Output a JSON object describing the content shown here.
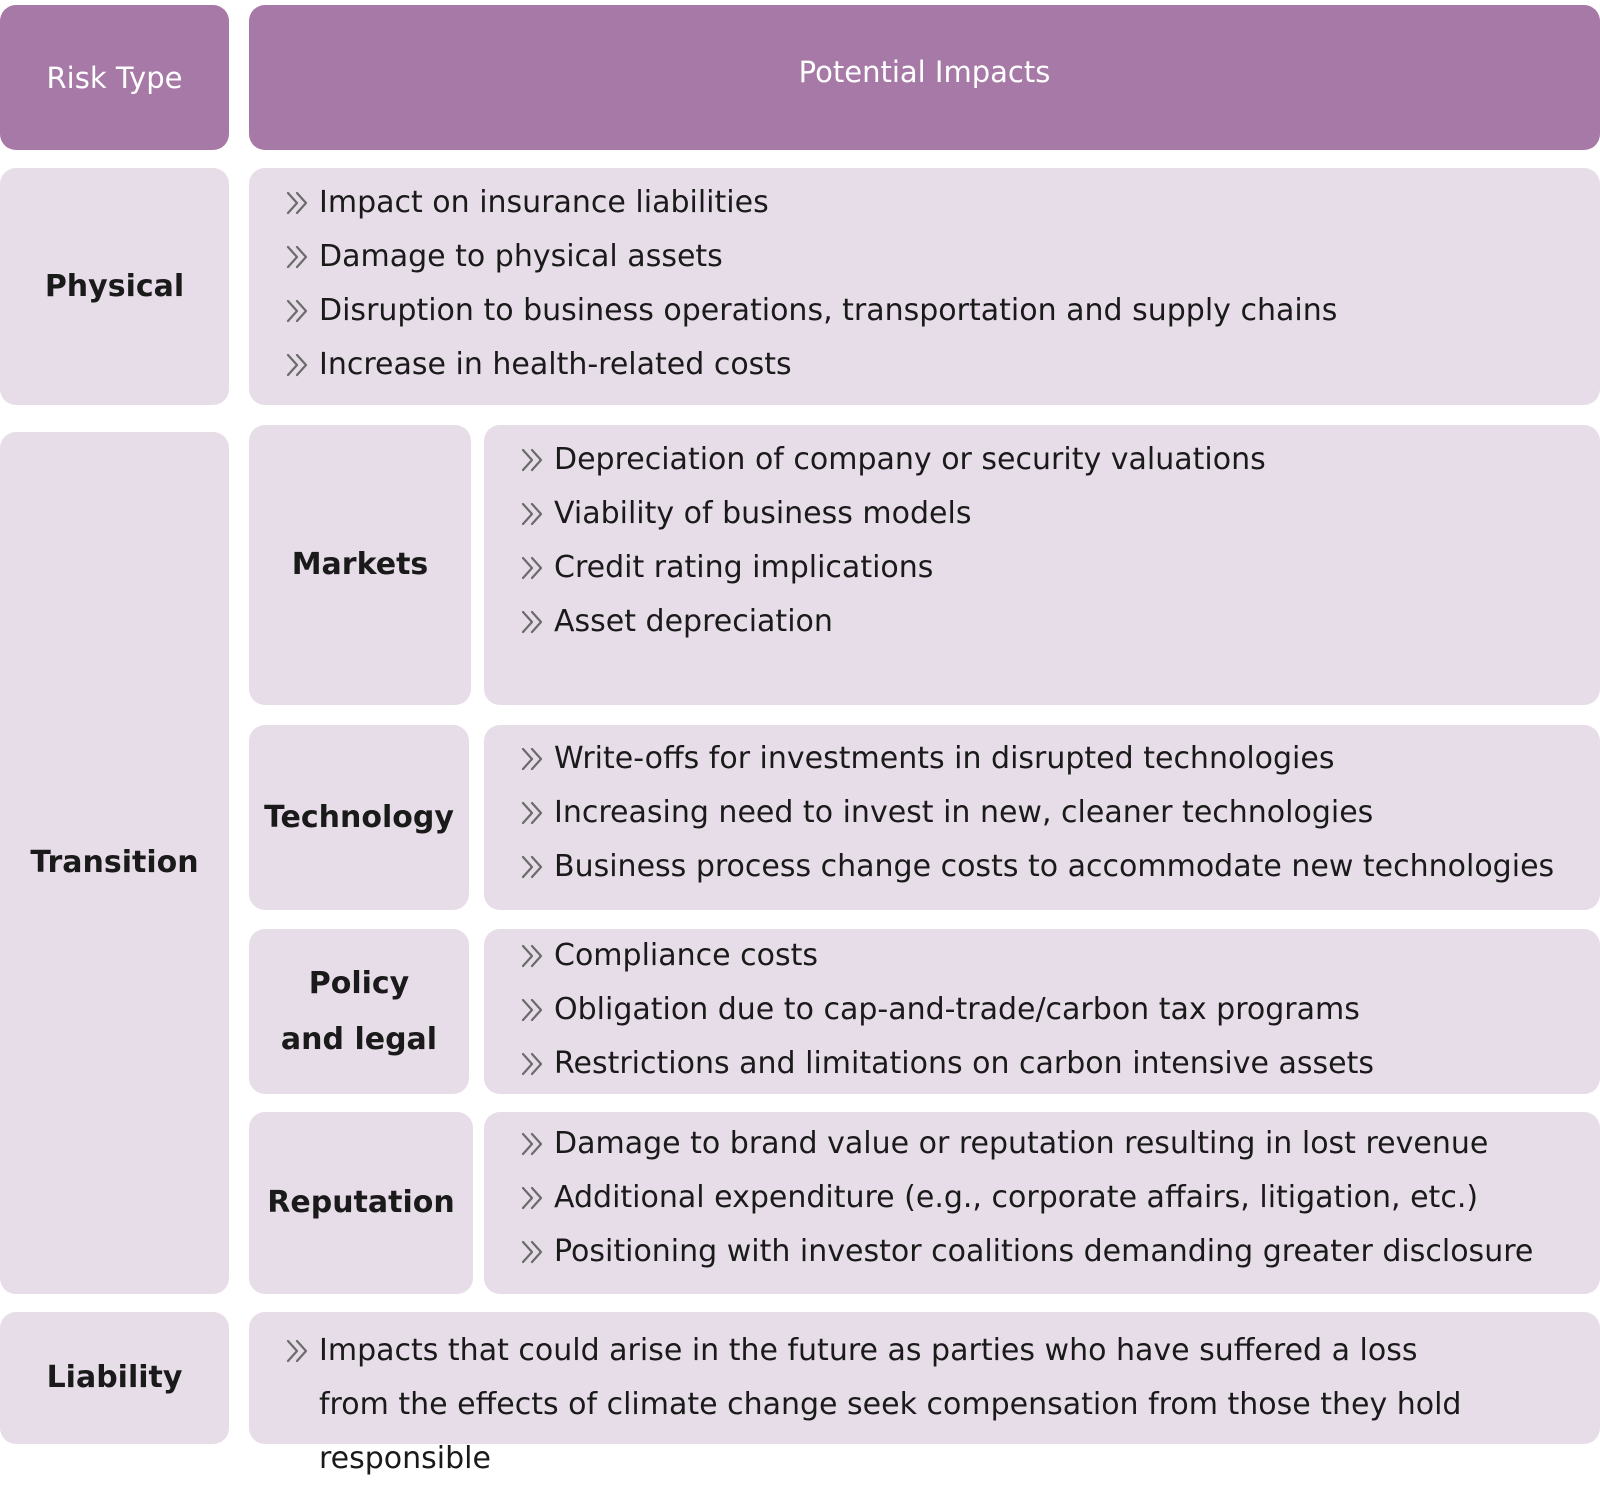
{
  "header": {
    "risk_type": "Risk Type",
    "potential_impacts": "Potential Impacts"
  },
  "bullet_icon": "double-chevron-right-icon",
  "colors": {
    "header_bg": "#a679a7",
    "cell_bg": "#e7dde8",
    "bullet": "#6b6b6b"
  },
  "physical": {
    "label": "Physical",
    "items": [
      "Impact on insurance liabilities",
      "Damage to physical assets",
      "Disruption to business operations, transportation and supply chains",
      "Increase in health-related costs"
    ]
  },
  "transition": {
    "label": "Transition",
    "markets": {
      "label": "Markets",
      "items": [
        "Depreciation of company or security valuations",
        "Viability of business models",
        "Credit rating implications",
        "Asset depreciation"
      ]
    },
    "technology": {
      "label": "Technology",
      "items": [
        "Write-offs for investments in disrupted technologies",
        "Increasing need to invest in new, cleaner technologies",
        "Business process change costs to accommodate new technologies"
      ]
    },
    "policy": {
      "label_line1": "Policy",
      "label_line2": "and legal",
      "items": [
        "Compliance costs",
        "Obligation due to cap-and-trade/carbon tax programs",
        "Restrictions and limitations on carbon intensive assets"
      ]
    },
    "reputation": {
      "label": "Reputation",
      "items": [
        "Damage to brand value or reputation resulting in lost revenue",
        "Additional expenditure (e.g., corporate affairs, litigation, etc.)",
        "Positioning with investor coalitions demanding greater disclosure"
      ]
    }
  },
  "liability": {
    "label": "Liability",
    "items": [
      "Impacts that could arise in the future as parties who have suffered a loss from the effects of climate change seek compensation from those they hold responsible"
    ]
  }
}
